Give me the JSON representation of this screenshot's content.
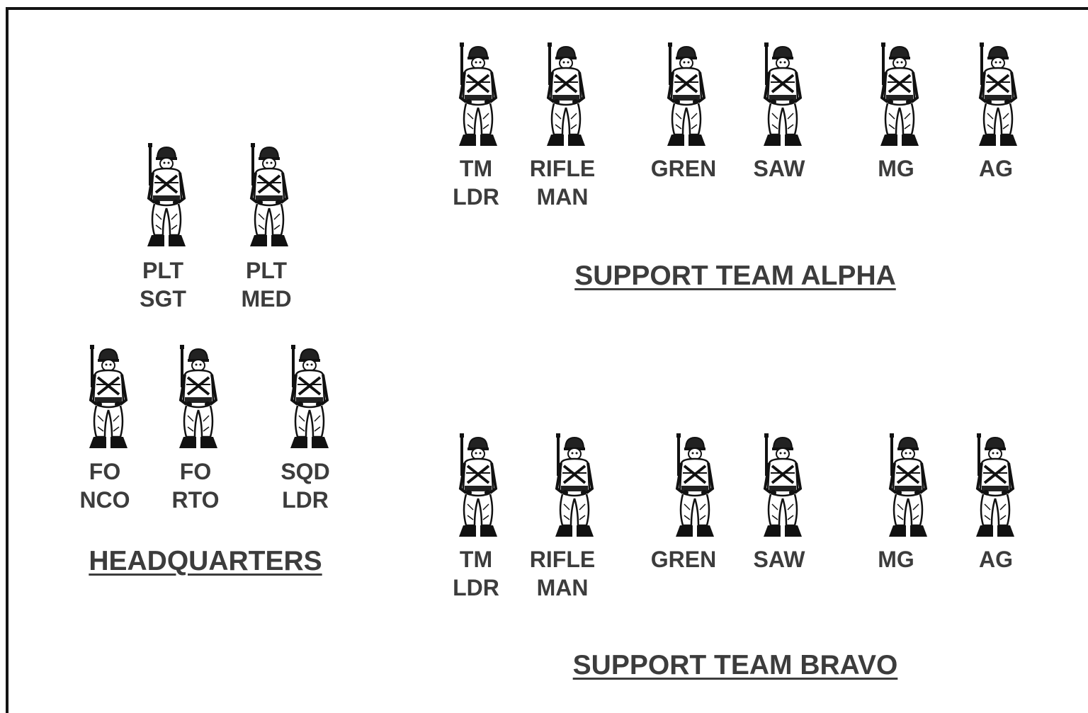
{
  "headquarters": {
    "title": "HEADQUARTERS",
    "members": [
      {
        "line1": "PLT",
        "line2": "SGT"
      },
      {
        "line1": "PLT",
        "line2": "MED"
      },
      {
        "line1": "FO",
        "line2": "NCO"
      },
      {
        "line1": "FO",
        "line2": "RTO"
      },
      {
        "line1": "SQD",
        "line2": "LDR"
      }
    ]
  },
  "alpha": {
    "title": "SUPPORT TEAM ALPHA",
    "members": [
      {
        "line1": "TM",
        "line2": "LDR"
      },
      {
        "line1": "RIFLE",
        "line2": "MAN"
      },
      {
        "line1": "GREN",
        "line2": ""
      },
      {
        "line1": "SAW",
        "line2": ""
      },
      {
        "line1": "MG",
        "line2": ""
      },
      {
        "line1": "AG",
        "line2": ""
      }
    ]
  },
  "bravo": {
    "title": "SUPPORT TEAM BRAVO",
    "members": [
      {
        "line1": "TM",
        "line2": "LDR"
      },
      {
        "line1": "RIFLE",
        "line2": "MAN"
      },
      {
        "line1": "GREN",
        "line2": ""
      },
      {
        "line1": "SAW",
        "line2": ""
      },
      {
        "line1": "MG",
        "line2": ""
      },
      {
        "line1": "AG",
        "line2": ""
      }
    ]
  },
  "icon": "soldier-icon"
}
